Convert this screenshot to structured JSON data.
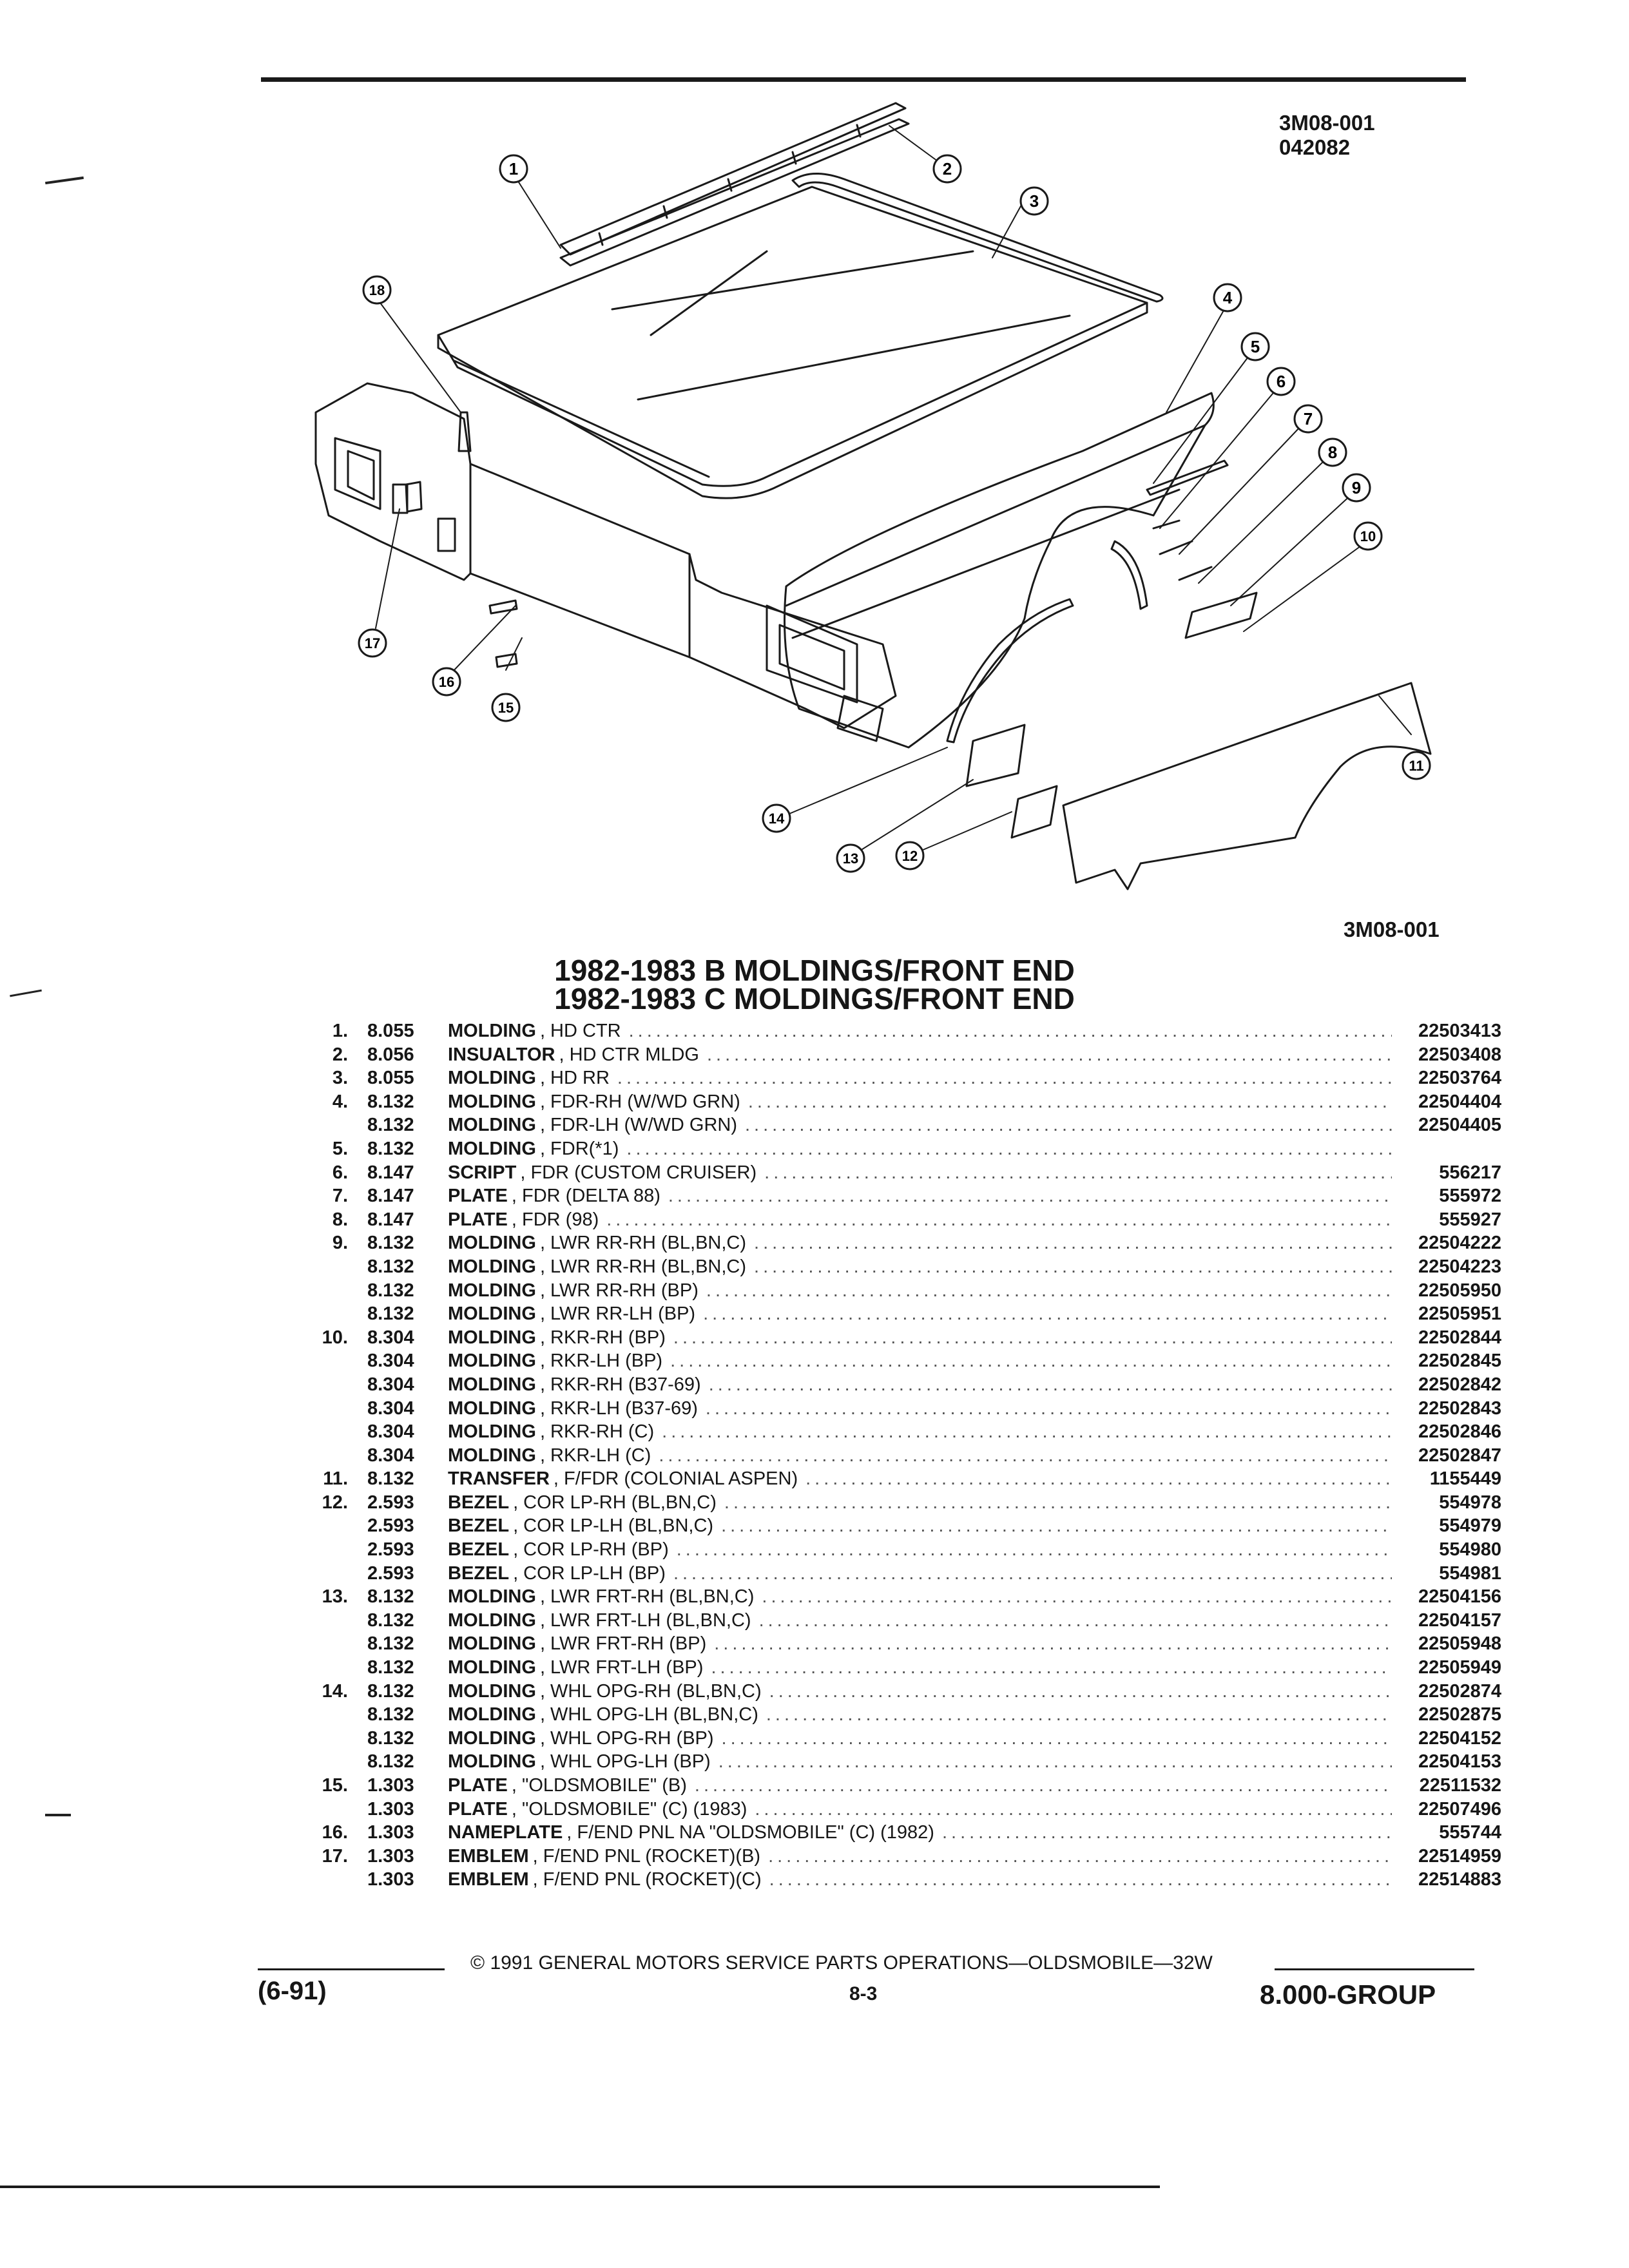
{
  "header": {
    "catalog_ref": "3M08-001",
    "date_code": "042082"
  },
  "figure": {
    "label": "3M08-001",
    "callouts": [
      "1",
      "2",
      "3",
      "4",
      "5",
      "6",
      "7",
      "8",
      "9",
      "10",
      "11",
      "12",
      "13",
      "14",
      "15",
      "16",
      "17",
      "18"
    ]
  },
  "titles": {
    "line1": "1982-1983 B MOLDINGS/FRONT END",
    "line2": "1982-1983 C MOLDINGS/FRONT END"
  },
  "parts": [
    {
      "idx": "1.",
      "grp": "8.055",
      "name": "MOLDING",
      "desc": ", HD CTR",
      "part": "22503413"
    },
    {
      "idx": "2.",
      "grp": "8.056",
      "name": "INSUALTOR",
      "desc": ", HD CTR MLDG",
      "part": "22503408"
    },
    {
      "idx": "3.",
      "grp": "8.055",
      "name": "MOLDING",
      "desc": ", HD RR",
      "part": "22503764"
    },
    {
      "idx": "4.",
      "grp": "8.132",
      "name": "MOLDING",
      "desc": ", FDR-RH (W/WD GRN)",
      "part": "22504404"
    },
    {
      "idx": "",
      "grp": "8.132",
      "name": "MOLDING",
      "desc": ", FDR-LH (W/WD GRN)",
      "part": "22504405"
    },
    {
      "idx": "5.",
      "grp": "8.132",
      "name": "MOLDING",
      "desc": ", FDR(*1)",
      "part": ""
    },
    {
      "idx": "6.",
      "grp": "8.147",
      "name": "SCRIPT",
      "desc": ", FDR (CUSTOM CRUISER)",
      "part": "556217"
    },
    {
      "idx": "7.",
      "grp": "8.147",
      "name": "PLATE",
      "desc": ", FDR (DELTA 88)",
      "part": "555972"
    },
    {
      "idx": "8.",
      "grp": "8.147",
      "name": "PLATE",
      "desc": ", FDR (98)",
      "part": "555927"
    },
    {
      "idx": "9.",
      "grp": "8.132",
      "name": "MOLDING",
      "desc": ", LWR RR-RH (BL,BN,C)",
      "part": "22504222"
    },
    {
      "idx": "",
      "grp": "8.132",
      "name": "MOLDING",
      "desc": ", LWR RR-RH (BL,BN,C)",
      "part": "22504223"
    },
    {
      "idx": "",
      "grp": "8.132",
      "name": "MOLDING",
      "desc": ", LWR RR-RH (BP)",
      "part": "22505950"
    },
    {
      "idx": "",
      "grp": "8.132",
      "name": "MOLDING",
      "desc": ", LWR RR-LH (BP)",
      "part": "22505951"
    },
    {
      "idx": "10.",
      "grp": "8.304",
      "name": "MOLDING",
      "desc": ", RKR-RH (BP)",
      "part": "22502844"
    },
    {
      "idx": "",
      "grp": "8.304",
      "name": "MOLDING",
      "desc": ", RKR-LH (BP)",
      "part": "22502845"
    },
    {
      "idx": "",
      "grp": "8.304",
      "name": "MOLDING",
      "desc": ", RKR-RH (B37-69)",
      "part": "22502842"
    },
    {
      "idx": "",
      "grp": "8.304",
      "name": "MOLDING",
      "desc": ", RKR-LH (B37-69)",
      "part": "22502843"
    },
    {
      "idx": "",
      "grp": "8.304",
      "name": "MOLDING",
      "desc": ", RKR-RH (C)",
      "part": "22502846"
    },
    {
      "idx": "",
      "grp": "8.304",
      "name": "MOLDING",
      "desc": ", RKR-LH (C)",
      "part": "22502847"
    },
    {
      "idx": "11.",
      "grp": "8.132",
      "name": "TRANSFER",
      "desc": ", F/FDR (COLONIAL ASPEN)",
      "part": "1155449"
    },
    {
      "idx": "12.",
      "grp": "2.593",
      "name": "BEZEL",
      "desc": ", COR LP-RH (BL,BN,C)",
      "part": "554978"
    },
    {
      "idx": "",
      "grp": "2.593",
      "name": "BEZEL",
      "desc": ", COR LP-LH (BL,BN,C)",
      "part": "554979"
    },
    {
      "idx": "",
      "grp": "2.593",
      "name": "BEZEL",
      "desc": ", COR LP-RH (BP)",
      "part": "554980"
    },
    {
      "idx": "",
      "grp": "2.593",
      "name": "BEZEL",
      "desc": ", COR LP-LH (BP)",
      "part": "554981"
    },
    {
      "idx": "13.",
      "grp": "8.132",
      "name": "MOLDING",
      "desc": ", LWR FRT-RH (BL,BN,C)",
      "part": "22504156"
    },
    {
      "idx": "",
      "grp": "8.132",
      "name": "MOLDING",
      "desc": ", LWR FRT-LH (BL,BN,C)",
      "part": "22504157"
    },
    {
      "idx": "",
      "grp": "8.132",
      "name": "MOLDING",
      "desc": ", LWR FRT-RH (BP)",
      "part": "22505948"
    },
    {
      "idx": "",
      "grp": "8.132",
      "name": "MOLDING",
      "desc": ", LWR FRT-LH (BP)",
      "part": "22505949"
    },
    {
      "idx": "14.",
      "grp": "8.132",
      "name": "MOLDING",
      "desc": ", WHL OPG-RH (BL,BN,C)",
      "part": "22502874"
    },
    {
      "idx": "",
      "grp": "8.132",
      "name": "MOLDING",
      "desc": ", WHL OPG-LH (BL,BN,C)",
      "part": "22502875"
    },
    {
      "idx": "",
      "grp": "8.132",
      "name": "MOLDING",
      "desc": ", WHL OPG-RH (BP)",
      "part": "22504152"
    },
    {
      "idx": "",
      "grp": "8.132",
      "name": "MOLDING",
      "desc": ", WHL OPG-LH (BP)",
      "part": "22504153"
    },
    {
      "idx": "15.",
      "grp": "1.303",
      "name": "PLATE",
      "desc": ", \"OLDSMOBILE\" (B)",
      "part": "22511532"
    },
    {
      "idx": "",
      "grp": "1.303",
      "name": "PLATE",
      "desc": ", \"OLDSMOBILE\" (C) (1983)",
      "part": "22507496"
    },
    {
      "idx": "16.",
      "grp": "1.303",
      "name": "NAMEPLATE",
      "desc": ", F/END PNL NA \"OLDSMOBILE\" (C) (1982)",
      "part": "555744"
    },
    {
      "idx": "17.",
      "grp": "1.303",
      "name": "EMBLEM",
      "desc": ", F/END PNL (ROCKET)(B)",
      "part": "22514959"
    },
    {
      "idx": "",
      "grp": "1.303",
      "name": "EMBLEM",
      "desc": ", F/END PNL (ROCKET)(C)",
      "part": "22514883"
    }
  ],
  "footer": {
    "copyright": "© 1991 GENERAL MOTORS SERVICE PARTS OPERATIONS—OLDSMOBILE—32W",
    "revision": "(6-91)",
    "page_number": "8-3",
    "group": "8.000-GROUP"
  }
}
